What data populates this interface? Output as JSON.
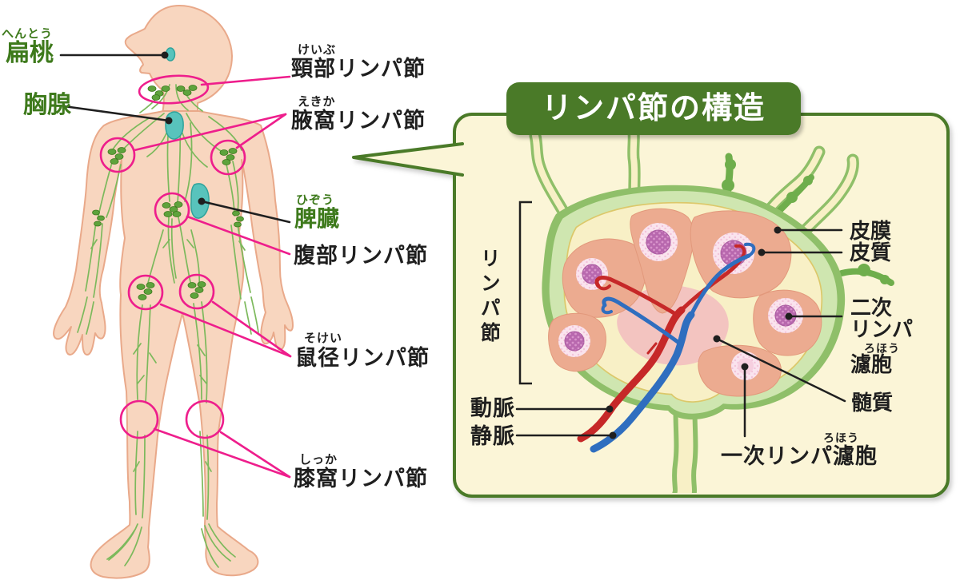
{
  "panel": {
    "title": "リンパ節の構造",
    "labels": {
      "lymph_node": "リンパ節",
      "capsule": "皮膜",
      "cortex": "皮質",
      "secondary_line1": "二次",
      "secondary_line2": "リンパ",
      "secondary_furigana": "ろほう",
      "secondary_line3": "濾胞",
      "medulla": "髄質",
      "primary_furigana": "ろほう",
      "primary": "一次リンパ濾胞",
      "artery": "動脈",
      "vein": "静脈"
    }
  },
  "body_labels": {
    "tonsil": {
      "furigana": "へんとう",
      "text": "扁桃"
    },
    "thymus": {
      "text": "胸腺"
    },
    "cervical": {
      "furigana": "けいぶ",
      "text": "頸部リンパ節"
    },
    "axillary": {
      "furigana": "えきか",
      "text": "腋窩リンパ節"
    },
    "spleen": {
      "furigana": "ひぞう",
      "text": "脾臓"
    },
    "abdominal": {
      "text": "腹部リンパ節"
    },
    "inguinal": {
      "furigana": "そけい",
      "text": "鼠径リンパ節"
    },
    "popliteal": {
      "furigana": "しっか",
      "text": "膝窩リンパ節"
    }
  },
  "colors": {
    "label_green": "#3E7A1C",
    "label_black": "#1F1F1F",
    "highlight_magenta": "#EE1E8C",
    "panel_green": "#4A7A28",
    "panel_cream": "#FBF5D7",
    "skin": "#F8D6BF",
    "organ_teal": "#58C3BC",
    "lymph_vessel_green": "#7CB95C",
    "lymph_node_green": "#5EA33C",
    "artery_red": "#C62828",
    "vein_blue": "#2F6EBF",
    "follicle_pink": "#FAE4EE",
    "germinal_center_purple": "#B868AE",
    "cortex_salmon": "#ECAB90"
  }
}
